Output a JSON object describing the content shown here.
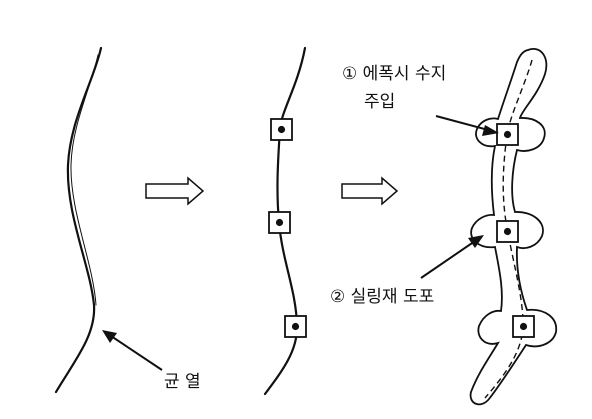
{
  "labels": {
    "crack": "균 열",
    "step1_line1": "① 에폭시 수지",
    "step1_line2": "주입",
    "step2": "② 실링재 도포"
  },
  "colors": {
    "ink": "#111111",
    "background": "#ffffff"
  }
}
